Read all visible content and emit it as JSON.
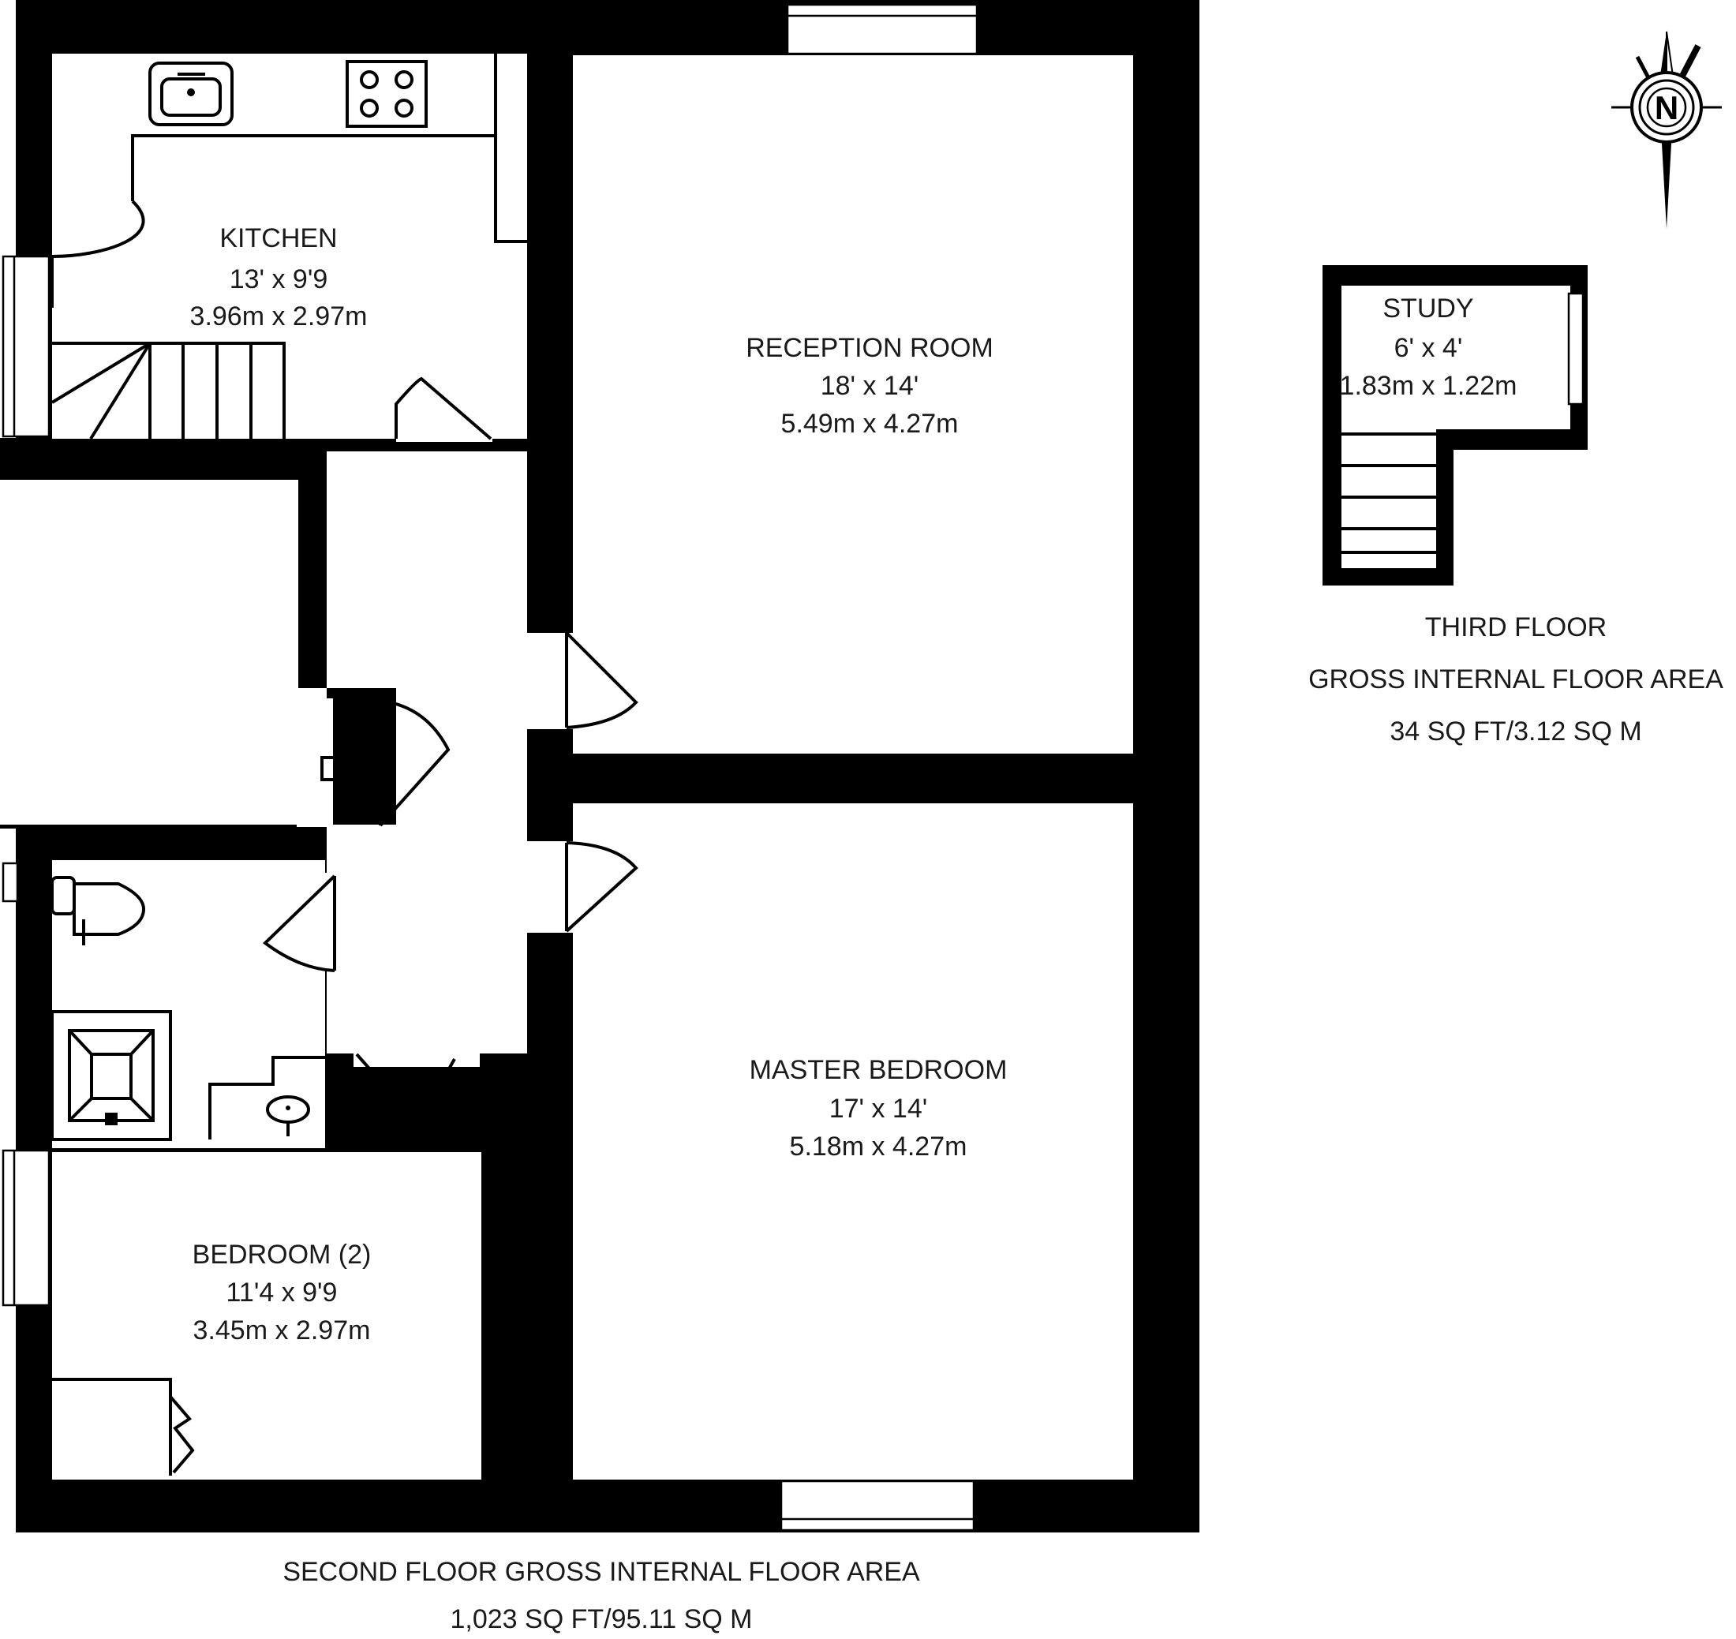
{
  "rooms": {
    "kitchen": {
      "name": "KITCHEN",
      "imperial": "13' x 9'9",
      "metric": "3.96m x 2.97m"
    },
    "reception": {
      "name": "RECEPTION ROOM",
      "imperial": "18' x 14'",
      "metric": "5.49m x 4.27m"
    },
    "master_bedroom": {
      "name": "MASTER BEDROOM",
      "imperial": "17' x 14'",
      "metric": "5.18m x 4.27m"
    },
    "bedroom2": {
      "name": "BEDROOM (2)",
      "imperial": "11'4 x 9'9",
      "metric": "3.45m x 2.97m"
    },
    "study": {
      "name": "STUDY",
      "imperial": "6' x 4'",
      "metric": "1.83m x 1.22m"
    }
  },
  "third_floor": {
    "title": "THIRD FLOOR",
    "area_label": "GROSS INTERNAL FLOOR AREA",
    "area_value": "34 SQ FT/3.12 SQ M"
  },
  "second_floor": {
    "area_label": "SECOND FLOOR GROSS INTERNAL FLOOR AREA",
    "area_value": "1,023 SQ FT/95.11 SQ M"
  },
  "compass": {
    "letter": "N"
  },
  "icons": [
    "compass-icon",
    "entrance-arrow-icon",
    "sink-icon",
    "hob-icon",
    "toilet-icon",
    "shower-icon",
    "basin-icon"
  ]
}
